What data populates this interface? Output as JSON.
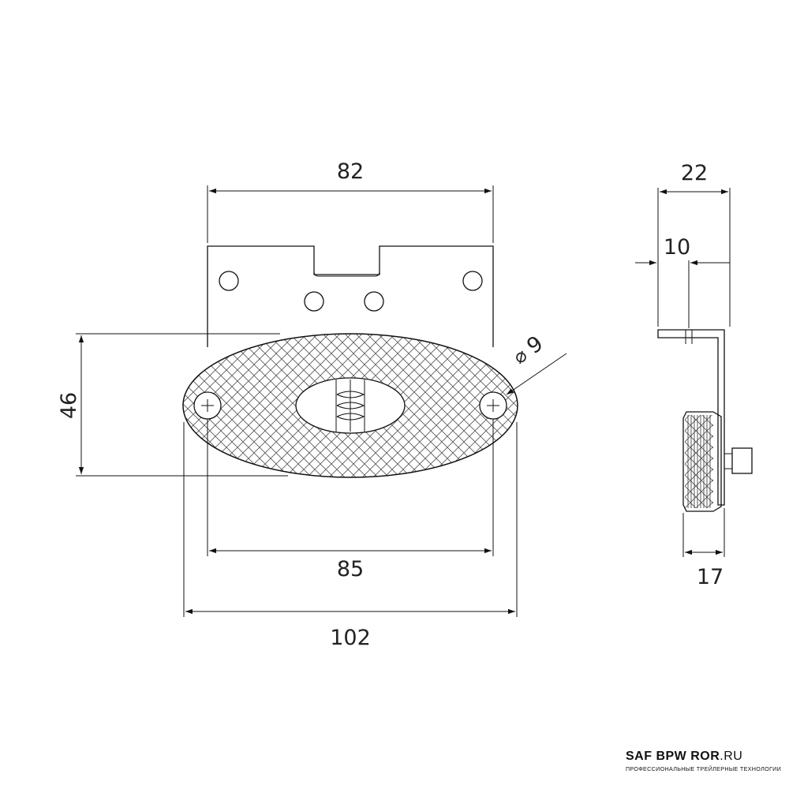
{
  "dimensions": {
    "top_width": "82",
    "bolt_spacing": "85",
    "overall_width": "102",
    "height": "46",
    "hole_diameter": "9",
    "side_depth": "22",
    "side_offset": "10",
    "lens_depth": "17"
  },
  "branding": {
    "title": "SAF BPW ROR",
    "suffix": ".RU",
    "tagline": "ПРОФЕССИОНАЛЬНЫЕ ТРЕЙЛЕРНЫЕ ТЕХНОЛОГИИ"
  }
}
